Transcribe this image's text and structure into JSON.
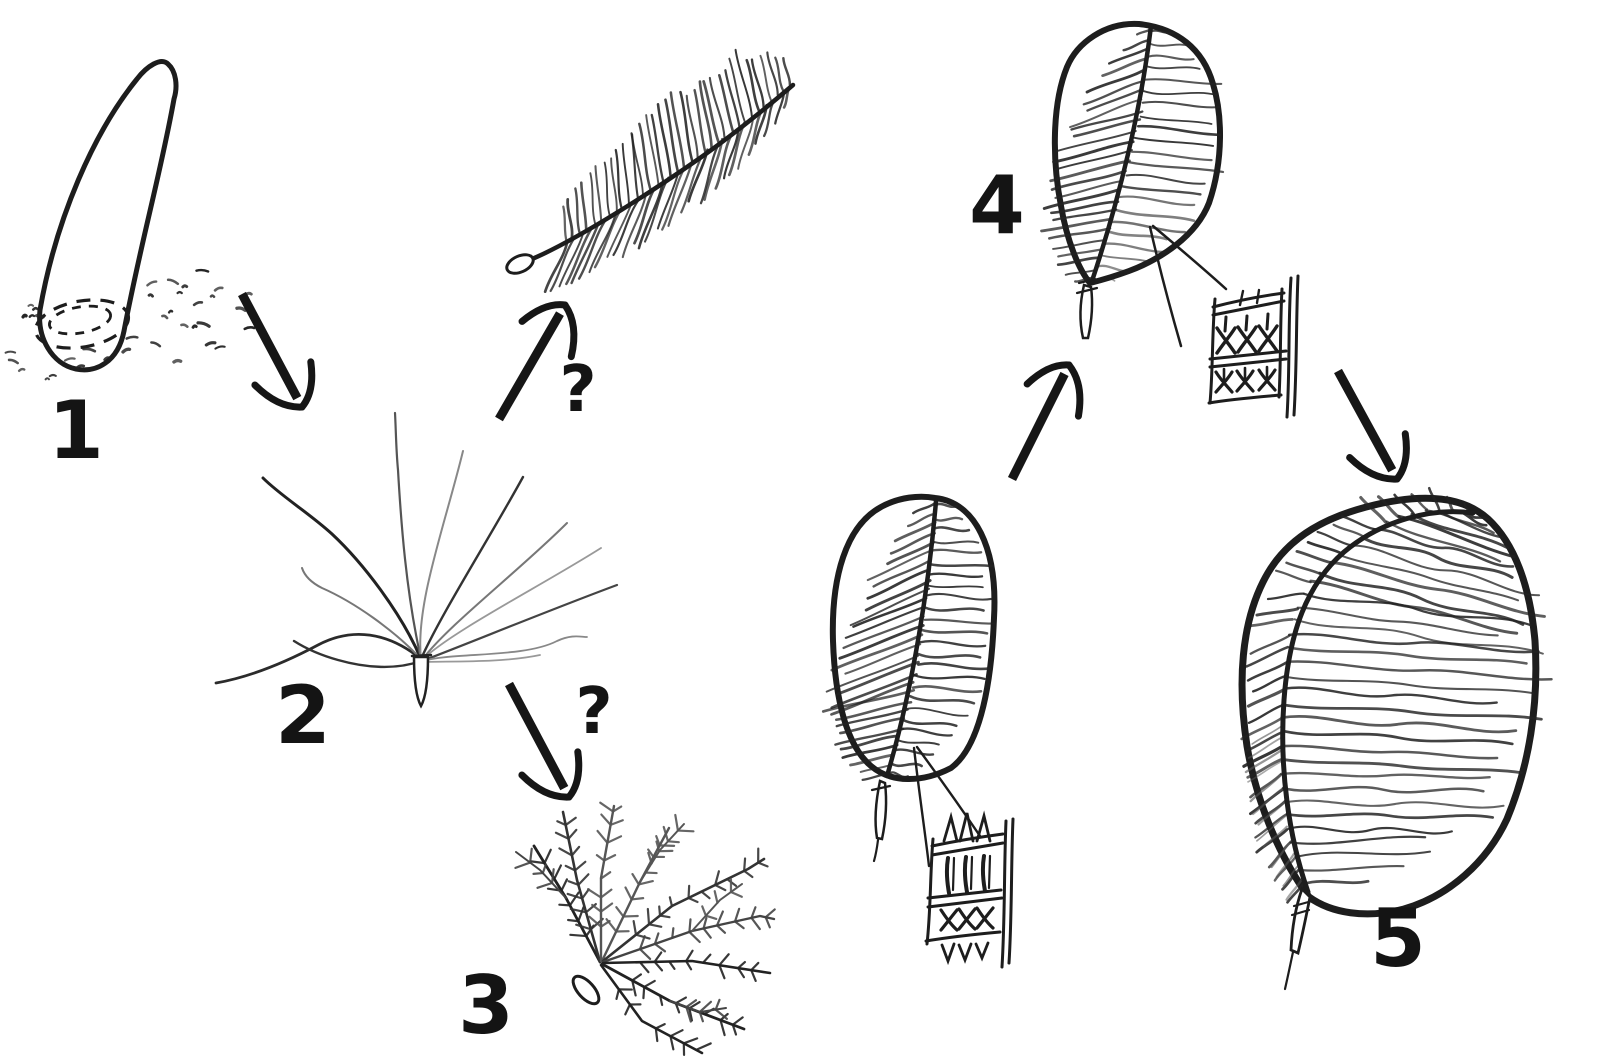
{
  "palette": {
    "background": "#ffffff",
    "ink": "#1d1d1d"
  },
  "stages": [
    {
      "label": "1",
      "depicts": "hollow-cylinder-quill-icon"
    },
    {
      "label": "2",
      "depicts": "tuft-of-unbranched-filaments-icon"
    },
    {
      "label": "3",
      "depicts": "tuft-of-branched-filaments-icon"
    },
    {
      "label": "4",
      "depicts": "closed-vane-with-hooked-barbules-icon"
    },
    {
      "label": "5",
      "depicts": "asymmetric-flight-feather-icon"
    }
  ],
  "unlabeled_figures": [
    {
      "depicts": "open-pennaceous-feather-icon"
    },
    {
      "depicts": "closed-vane-with-smooth-barbules-icon"
    }
  ],
  "question_marks": [
    "?",
    "?"
  ]
}
